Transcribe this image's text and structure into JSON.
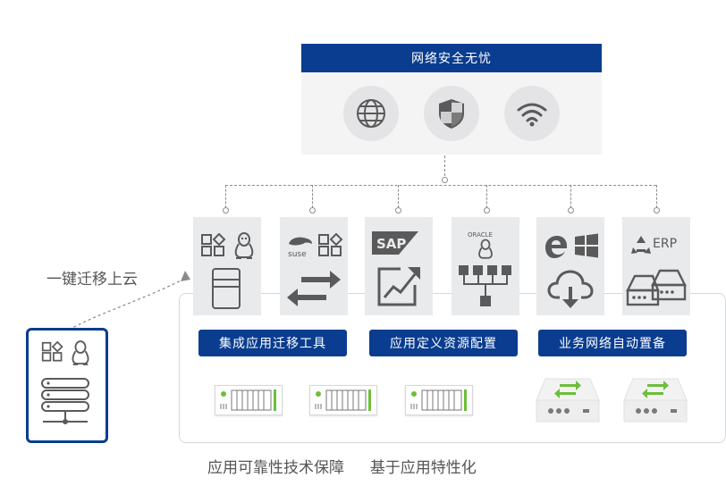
{
  "top_panel": {
    "title": "网络安全无忧",
    "icons": [
      "globe-icon",
      "shield-icon",
      "wifi-icon"
    ]
  },
  "left_label": "一键迁移上云",
  "cards": [
    {
      "icons": [
        "apps-grid-icon",
        "linux-penguin-icon",
        "server-tower-icon"
      ]
    },
    {
      "icons": [
        "suse-logo-icon",
        "apps-grid-icon",
        "transfer-arrows-icon"
      ],
      "logo_text": "suse"
    },
    {
      "icons": [
        "sap-logo-icon",
        "growth-chart-icon"
      ],
      "logo_text": "SAP"
    },
    {
      "icons": [
        "oracle-logo-icon",
        "linux-penguin-icon",
        "network-hierarchy-icon"
      ],
      "logo_text": "ORACLE"
    },
    {
      "icons": [
        "edge-browser-icon",
        "windows-logo-icon",
        "cloud-download-icon"
      ]
    },
    {
      "icons": [
        "recycle-icon",
        "storage-appliance-icon"
      ],
      "logo_text": "ERP"
    }
  ],
  "buttons": {
    "migration_tools": "集成应用迁移工具",
    "resource_config": "应用定义资源配置",
    "network_config": "业务网络自动置备"
  },
  "bottom_caption": {
    "part1": "应用可靠性技术保障",
    "part2": "基于应用特性化"
  },
  "colors": {
    "navy": "#0a3d8f",
    "panel_bg": "#f4f4f5",
    "card_bg": "#e9eaec",
    "green": "#6cbf3a",
    "icon_gray": "#5a5a5a"
  }
}
